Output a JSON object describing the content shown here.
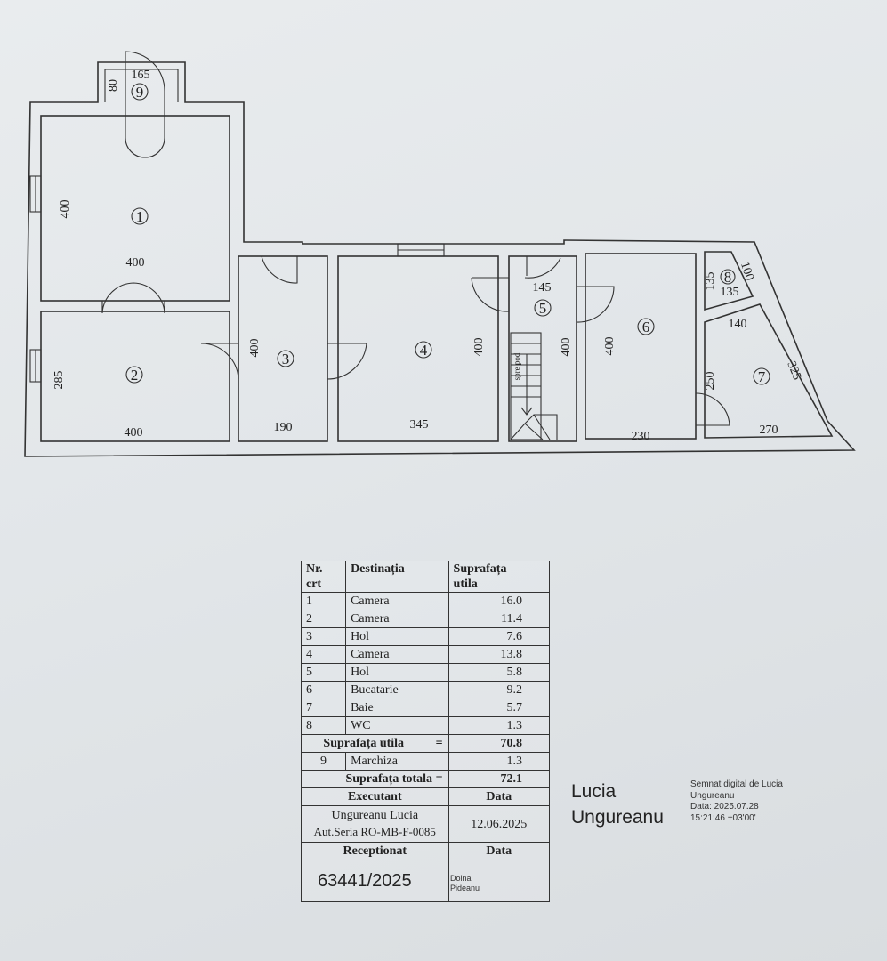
{
  "floor_plan": {
    "rooms": [
      {
        "id": "1",
        "width": "400",
        "height": "400"
      },
      {
        "id": "2",
        "width": "400",
        "height": "285"
      },
      {
        "id": "3",
        "width": "190",
        "height": "400"
      },
      {
        "id": "4",
        "width": "345",
        "height": "400"
      },
      {
        "id": "5",
        "width": "145",
        "height": "400"
      },
      {
        "id": "6",
        "width": "230",
        "height": "400",
        "door": "250"
      },
      {
        "id": "7",
        "width": "270",
        "top": "140",
        "side": "325"
      },
      {
        "id": "8",
        "width": "135",
        "height": "135",
        "side": "100"
      },
      {
        "id": "9",
        "width": "165",
        "height": "80"
      }
    ],
    "stair_label": "spre pod"
  },
  "table": {
    "header": {
      "nr": "Nr. crt",
      "dest": "Destinația",
      "supr": "Suprafața utila"
    },
    "rows": [
      {
        "nr": "1",
        "dest": "Camera",
        "supr": "16.0"
      },
      {
        "nr": "2",
        "dest": "Camera",
        "supr": "11.4"
      },
      {
        "nr": "3",
        "dest": "Hol",
        "supr": "7.6"
      },
      {
        "nr": "4",
        "dest": "Camera",
        "supr": "13.8"
      },
      {
        "nr": "5",
        "dest": "Hol",
        "supr": "5.8"
      },
      {
        "nr": "6",
        "dest": "Bucatarie",
        "supr": "9.2"
      },
      {
        "nr": "7",
        "dest": "Baie",
        "supr": "5.7"
      },
      {
        "nr": "8",
        "dest": "WC",
        "supr": "1.3"
      }
    ],
    "subtotal": {
      "label": "Suprafața utila",
      "eq": "=",
      "value": "70.8"
    },
    "extra": {
      "nr": "9",
      "dest": "Marchiza",
      "supr": "1.3"
    },
    "total": {
      "label": "Suprafața totala",
      "eq": "=",
      "value": "72.1"
    },
    "executant": {
      "label": "Executant",
      "date_label": "Data",
      "name": "Ungureanu Lucia",
      "auth": "Aut.Seria RO-MB-F-0085",
      "date": "12.06.2025"
    },
    "receptionat": {
      "label": "Receptionat",
      "date_label": "Data",
      "number": "63441/2025",
      "signer_first": "Doina",
      "signer_last": "Pideanu"
    }
  },
  "signature": {
    "name_line1": "Lucia",
    "name_line2": "Ungureanu",
    "note_line1": "Semnat digital de Lucia",
    "note_line2": "Ungureanu",
    "note_line3": "Data: 2025.07.28",
    "note_line4": "15:21:46 +03'00'"
  }
}
